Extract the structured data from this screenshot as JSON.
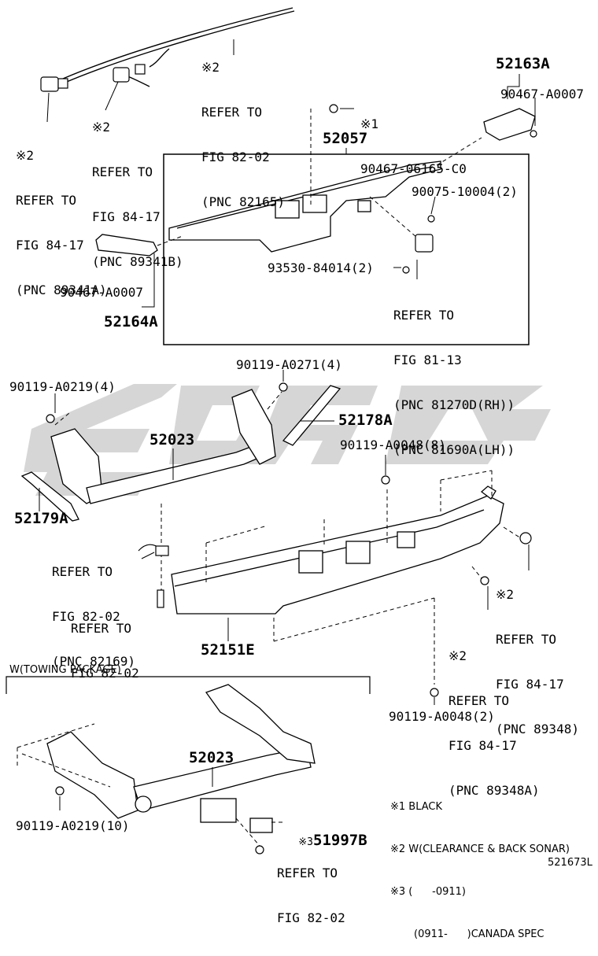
{
  "callouts": {
    "refer_82165": {
      "mark": "※2",
      "l1": "REFER TO",
      "l2": "FIG 82-02",
      "l3": "(PNC 82165)"
    },
    "refer_89341b": {
      "mark": "※2",
      "l1": "REFER TO",
      "l2": "FIG 84-17",
      "l3": "(PNC 89341B)"
    },
    "refer_89341a": {
      "mark": "※2",
      "l1": "REFER TO",
      "l2": "FIG 84-17",
      "l3": "(PNC 89341A)"
    },
    "bolt_06165": {
      "mark": "※1",
      "text": "90467-06165-C0"
    },
    "p52163a": "52163A",
    "clip_a0007_r": "90467-A0007",
    "p52057": "52057",
    "bolt_10004": "90075-10004(2)",
    "clip_a0007_l": "90467-A0007",
    "p52164a": "52164A",
    "nut_84014": "93530-84014(2)",
    "refer_81270": {
      "l1": "REFER TO",
      "l2": "FIG 81-13",
      "l3": "(PNC 81270D(RH))",
      "l4": "(PNC 81690A(LH))"
    },
    "bolt_a0271": "90119-A0271(4)",
    "bolt_a0219_4": "90119-A0219(4)",
    "p52178a": "52178A",
    "p52023_top": "52023",
    "bolt_a0048_8": "90119-A0048(8)",
    "p52179a": "52179A",
    "refer_82169": {
      "l1": "REFER TO",
      "l2": "FIG 82-02",
      "l3": "(PNC 82169)"
    },
    "refer_89348": {
      "mark": "※2",
      "l1": "REFER TO",
      "l2": "FIG 84-17",
      "l3": "(PNC 89348)"
    },
    "refer_8202_mid": {
      "l1": "REFER TO",
      "l2": "FIG 82-02"
    },
    "p52151e": "52151E",
    "refer_89348a": {
      "mark": "※2",
      "l1": "REFER TO",
      "l2": "FIG 84-17",
      "l3": "(PNC 89348A)"
    },
    "bolt_a0048_2": "90119-A0048(2)",
    "towing_title": "W(TOWING PACKAGE)",
    "p52023_bottom": "52023",
    "bolt_a0219_10": "90119-A0219(10)",
    "p51997b": {
      "mark": "※3",
      "text": "51997B"
    },
    "refer_8202_bottom": {
      "l1": "REFER TO",
      "l2": "FIG 82-02"
    }
  },
  "notes": {
    "n1": "※1 BLACK",
    "n2": "※2 W(CLEARANCE & BACK SONAR)",
    "n3": "※3 (      -0911)",
    "n3b": "(0911-      )CANADA SPEC"
  },
  "figure_id": "521673L",
  "colors": {
    "ink": "#000000",
    "watermark": "#c8c8c8",
    "background": "#ffffff"
  }
}
